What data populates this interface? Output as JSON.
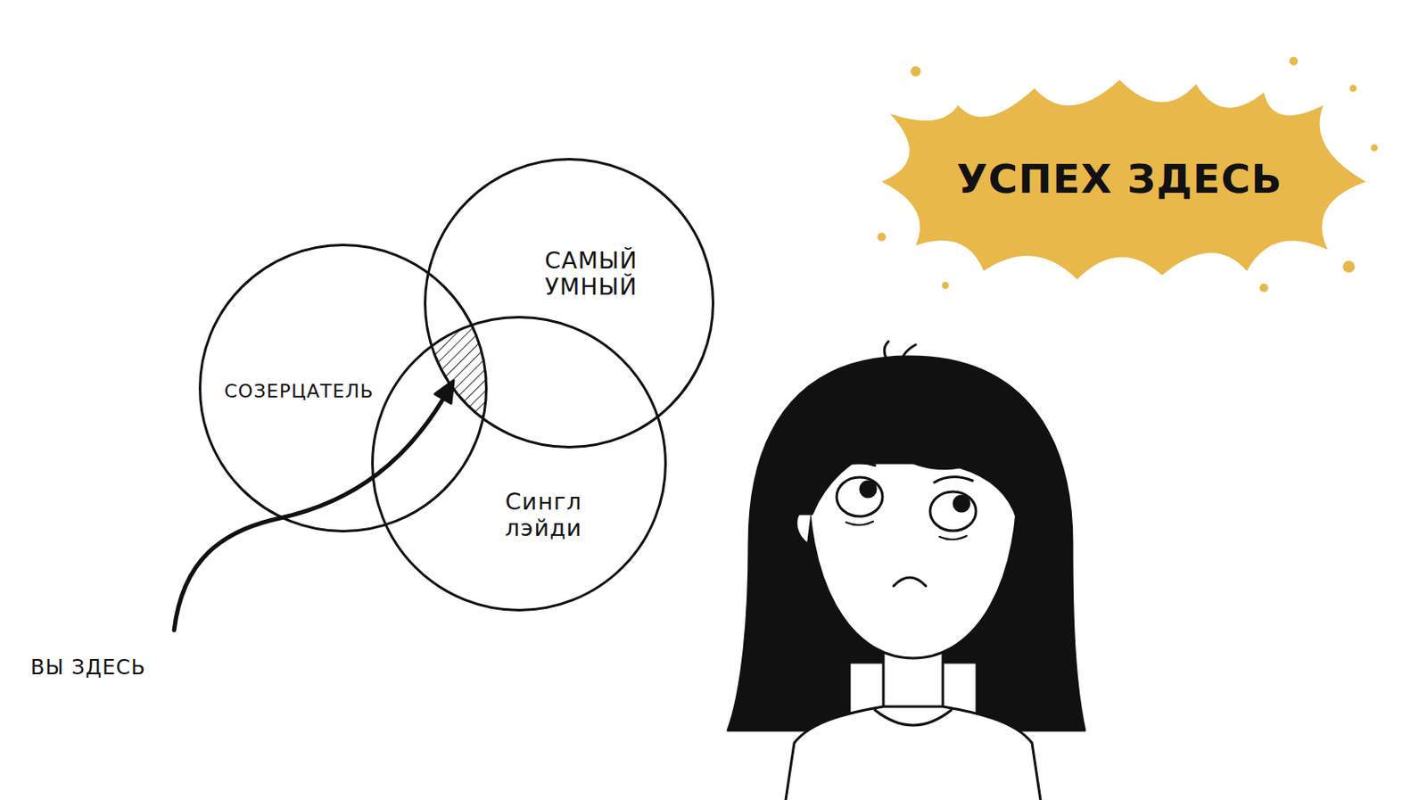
{
  "diagram": {
    "nodes": [
      {
        "text": [
          "СОЗЕРЦАТЕЛЬ"
        ]
      },
      {
        "text": [
          "САМЫЙ УМНЫЙ"
        ]
      },
      {
        "text": [
          "Сингл лэйди"
        ]
      },
      {
        "text": [
          "УСПЕХ ЗДЕСЬ"
        ]
      }
    ],
    "labels": [
      "ВЫ ЗДЕСЬ"
    ]
  }
}
